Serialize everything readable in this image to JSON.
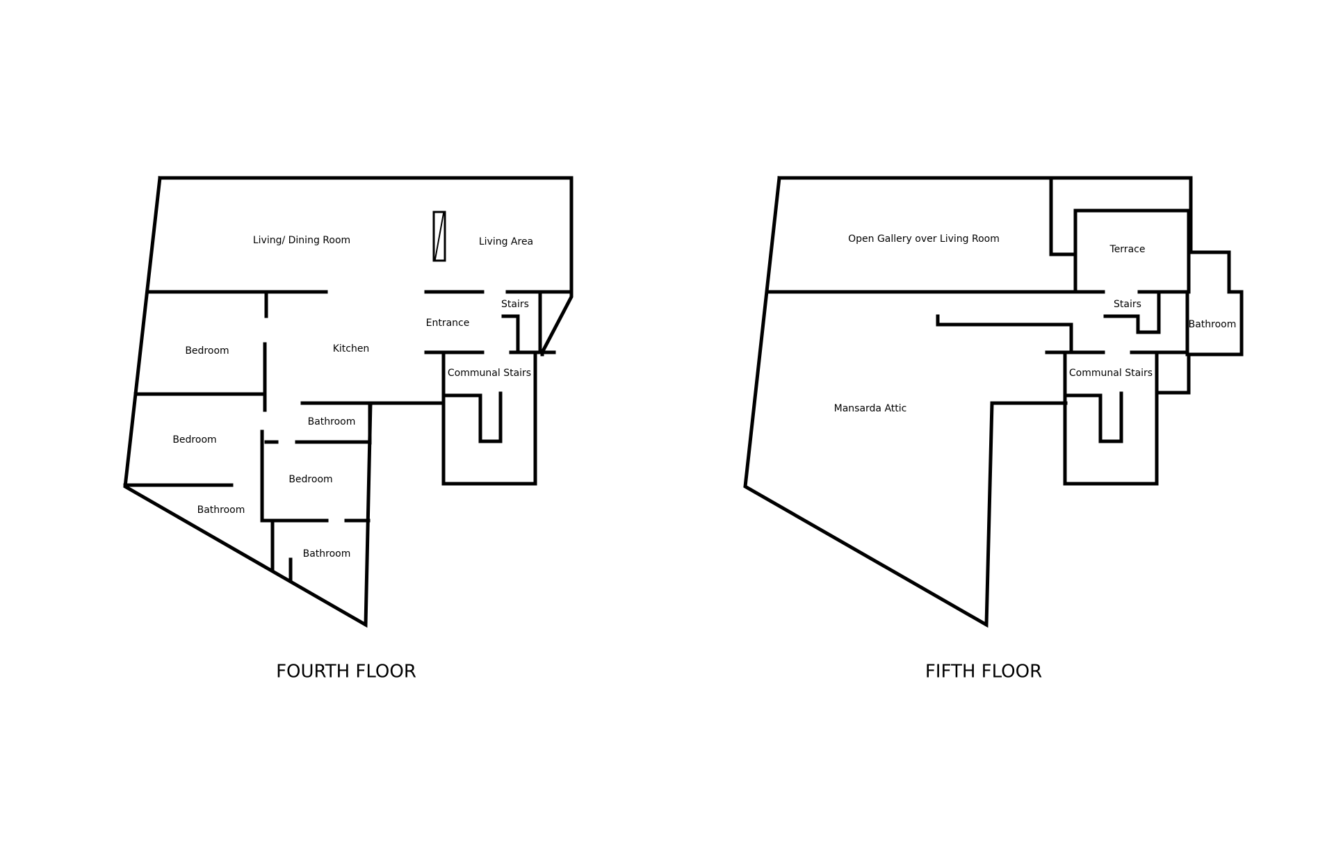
{
  "colors": {
    "background": "#ffffff",
    "walls": "#000000",
    "text": "#000000"
  },
  "fourth_floor": {
    "title": "FOURTH FLOOR",
    "rooms": {
      "living_dining_room": "Living/ Dining Room",
      "living_area": "Living Area",
      "stairs": "Stairs",
      "entrance": "Entrance",
      "bedroom_1": "Bedroom",
      "kitchen": "Kitchen",
      "communal_stairs": "Communal Stairs",
      "bathroom_1": "Bathroom",
      "bedroom_2": "Bedroom",
      "bedroom_3": "Bedroom",
      "bathroom_2": "Bathroom",
      "bathroom_3": "Bathroom"
    }
  },
  "fifth_floor": {
    "title": "FIFTH FLOOR",
    "rooms": {
      "open_gallery": "Open Gallery over Living Room",
      "terrace": "Terrace",
      "stairs": "Stairs",
      "bathroom": "Bathroom",
      "communal_stairs": "Communal Stairs",
      "mansarda_attic": "Mansarda Attic"
    }
  }
}
